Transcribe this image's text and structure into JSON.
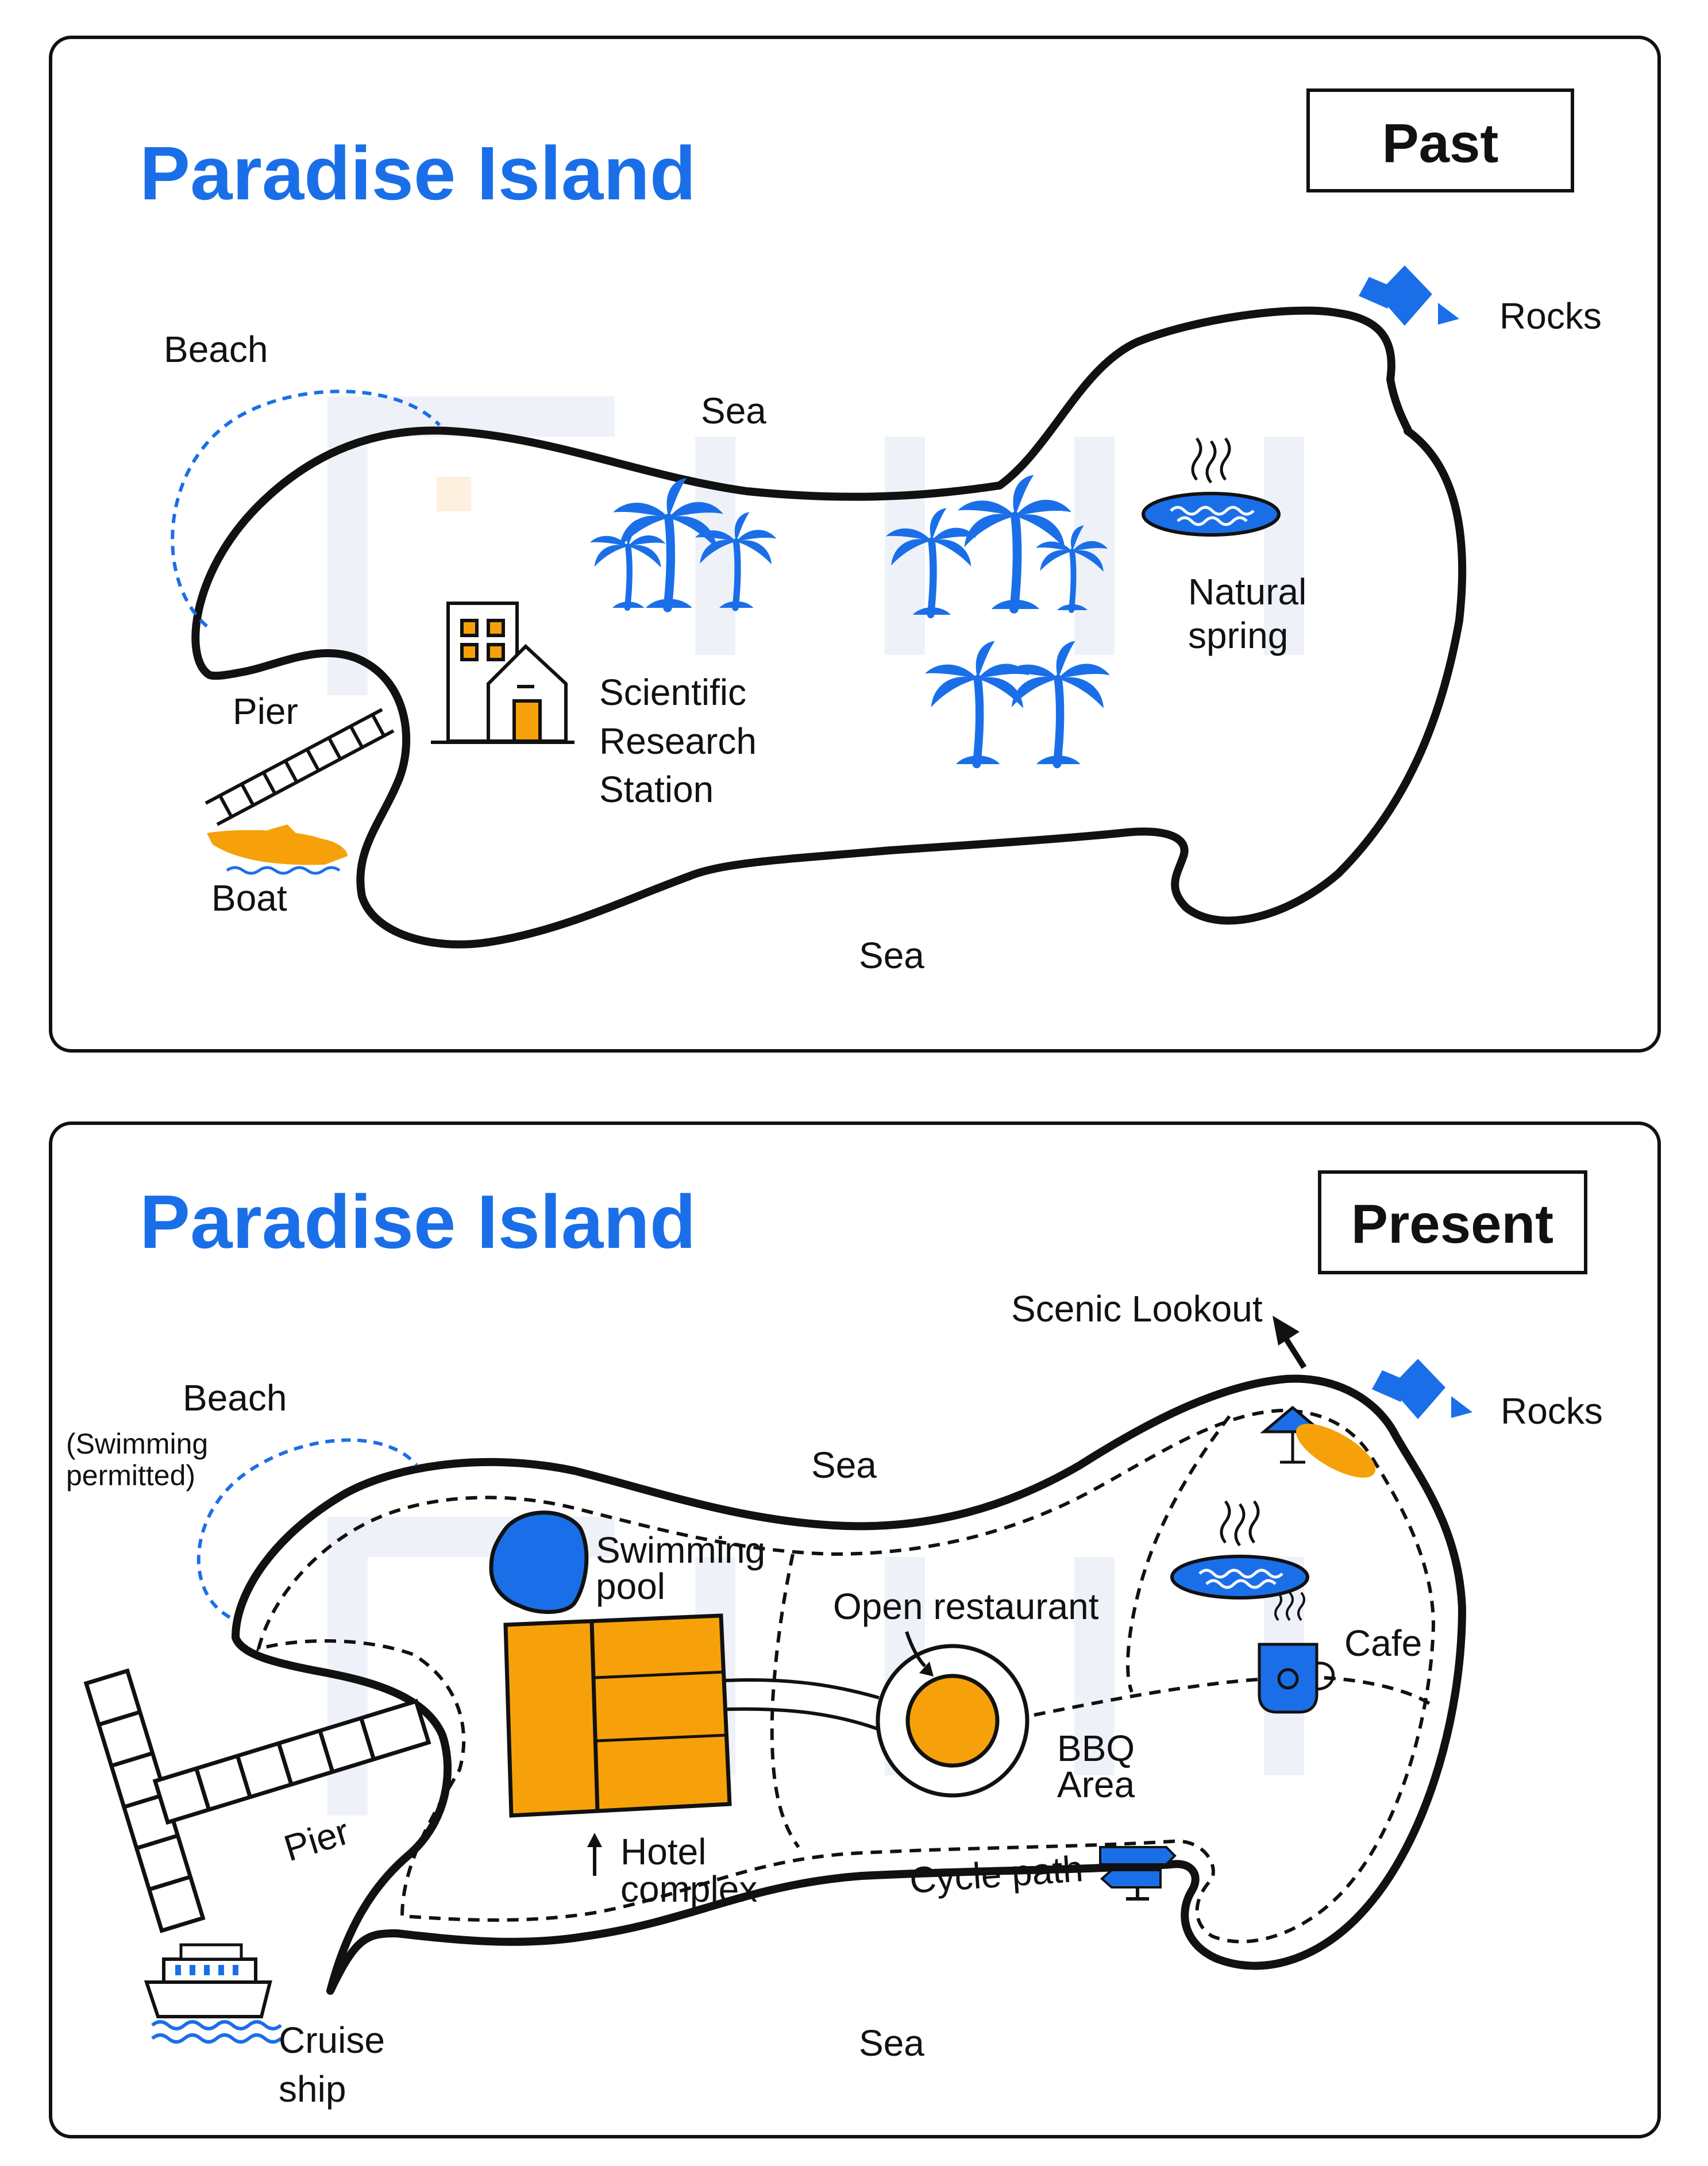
{
  "colors": {
    "accent_blue": "#1a6fe8",
    "accent_orange": "#f7a10a",
    "outline": "#111111",
    "watermark": "#eef2f8"
  },
  "past": {
    "title": "Paradise Island",
    "era": "Past",
    "labels": {
      "beach": "Beach",
      "sea_top": "Sea",
      "sea_bottom": "Sea",
      "rocks": "Rocks",
      "pier": "Pier",
      "boat": "Boat",
      "research_1": "Scientific",
      "research_2": "Research",
      "research_3": "Station",
      "spring_1": "Natural",
      "spring_2": "spring"
    },
    "icons": [
      "palm-trees-icon",
      "research-station-icon",
      "hot-spring-icon",
      "rocks-icon",
      "pier-icon",
      "speedboat-icon"
    ]
  },
  "present": {
    "title": "Paradise Island",
    "era": "Present",
    "labels": {
      "scenic": "Scenic Lookout",
      "rocks": "Rocks",
      "beach": "Beach",
      "swim_note_1": "(Swimming",
      "swim_note_2": "permitted)",
      "sea_top": "Sea",
      "sea_bottom": "Sea",
      "pool_1": "Swimming",
      "pool_2": "pool",
      "restaurant": "Open restaurant",
      "cafe": "Cafe",
      "bbq_1": "BBQ",
      "bbq_2": "Area",
      "hotel_1": "Hotel",
      "hotel_2": "complex",
      "cycle": "Cycle path",
      "pier": "Pier",
      "cruise_1": "Cruise",
      "cruise_2": "ship"
    },
    "icons": [
      "umbrella-icon",
      "surfboard-icon",
      "hot-spring-icon",
      "coffee-cup-icon",
      "signpost-icon",
      "cruise-ship-icon",
      "pier-icon",
      "rocks-icon"
    ]
  }
}
